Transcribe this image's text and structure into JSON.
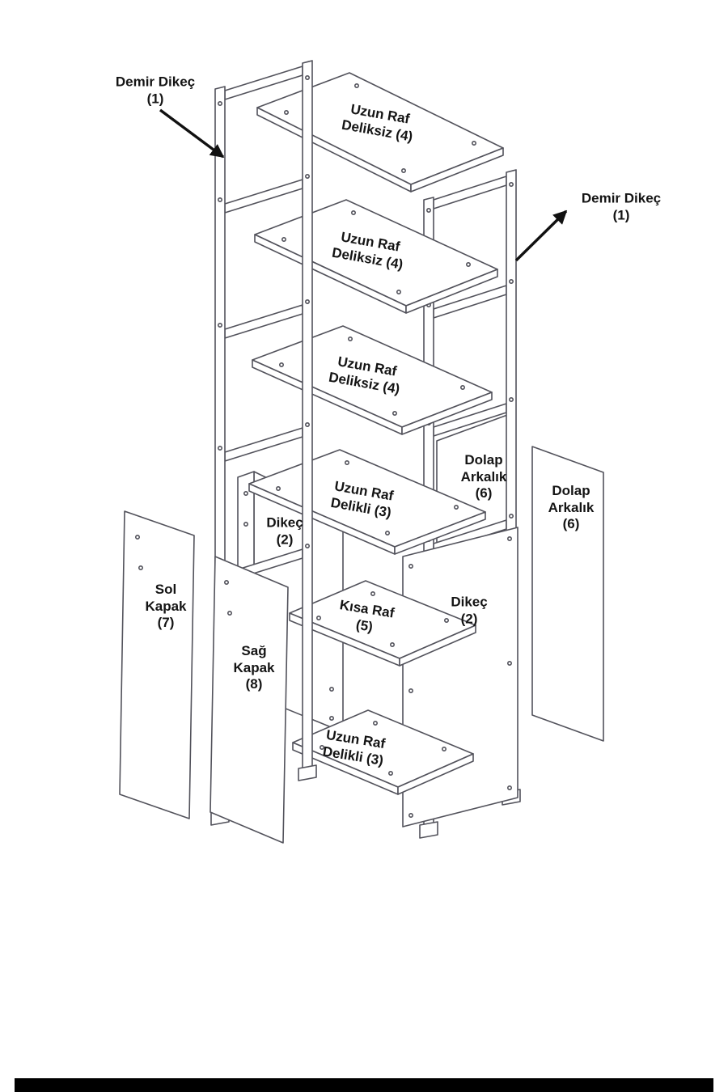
{
  "colors": {
    "line": "#52525b",
    "text": "#141414",
    "arrow": "#111111",
    "bottom_bar": "#000000",
    "background": "#ffffff"
  },
  "labels": {
    "demir_dikec_left": {
      "line1": "Demir Dikeç",
      "line2": "(1)"
    },
    "demir_dikec_right": {
      "line1": "Demir Dikeç",
      "line2": "(1)"
    },
    "uzun_raf_deliksiz_top": {
      "line1": "Uzun Raf",
      "line2": "Deliksiz (4)"
    },
    "uzun_raf_deliksiz_mid": {
      "line1": "Uzun Raf",
      "line2": "Deliksiz (4)"
    },
    "uzun_raf_deliksiz_low": {
      "line1": "Uzun Raf",
      "line2": "Deliksiz (4)"
    },
    "uzun_raf_delikli_upper": {
      "line1": "Uzun Raf",
      "line2": "Delikli (3)"
    },
    "kisa_raf": {
      "line1": "Kısa Raf",
      "line2": "(5)"
    },
    "uzun_raf_delikli_lower": {
      "line1": "Uzun Raf",
      "line2": "Delikli (3)"
    },
    "dikec_left": {
      "line1": "Dikeç",
      "line2": "(2)"
    },
    "dikec_right": {
      "line1": "Dikeç",
      "line2": "(2)"
    },
    "dolap_arkalik_inner": {
      "line1": "Dolap",
      "line2": "Arkalık",
      "line3": "(6)"
    },
    "dolap_arkalik_outer": {
      "line1": "Dolap",
      "line2": "Arkalık",
      "line3": "(6)"
    },
    "sol_kapak": {
      "line1": "Sol",
      "line2": "Kapak",
      "line3": "(7)"
    },
    "sag_kapak": {
      "line1": "Sağ",
      "line2": "Kapak",
      "line3": "(8)"
    }
  }
}
